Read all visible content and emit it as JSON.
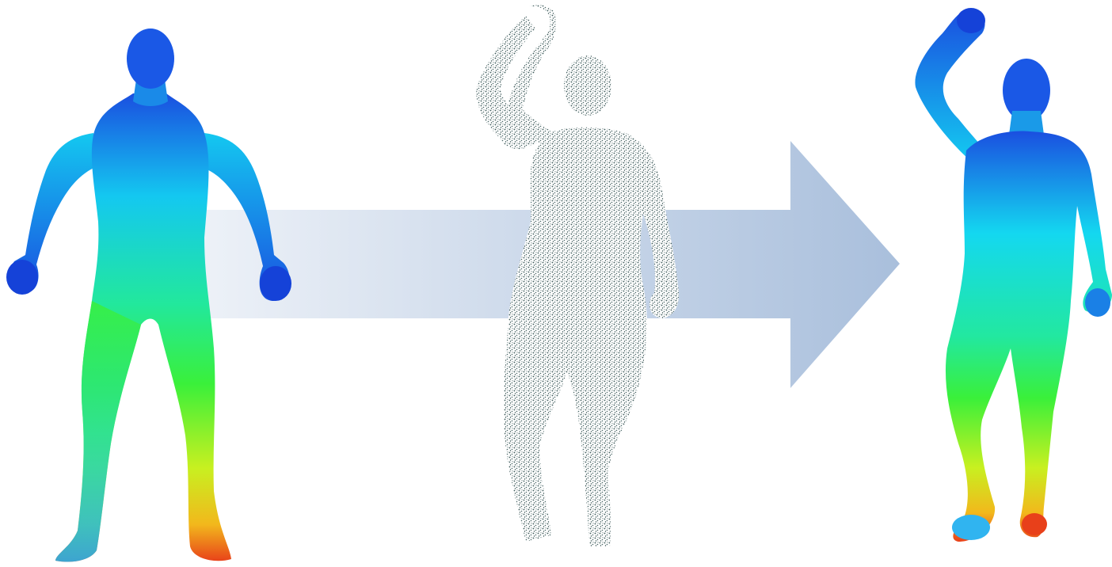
{
  "figure": {
    "panels": [
      {
        "id": "source",
        "description_icon": "template-mesh-heatmap"
      },
      {
        "id": "input",
        "description_icon": "point-cloud-scan"
      },
      {
        "id": "result",
        "description_icon": "registered-mesh-heatmap"
      }
    ],
    "arrow": {
      "direction": "right",
      "color_start": "#eef2f8",
      "color_end": "#a9bfdc"
    },
    "colormap": {
      "stops": [
        "#1a4fe0",
        "#14c8f0",
        "#22e89c",
        "#3af03a",
        "#c8f020",
        "#f2b81c",
        "#e8401a"
      ]
    },
    "point_color": "#3d5a5a"
  }
}
